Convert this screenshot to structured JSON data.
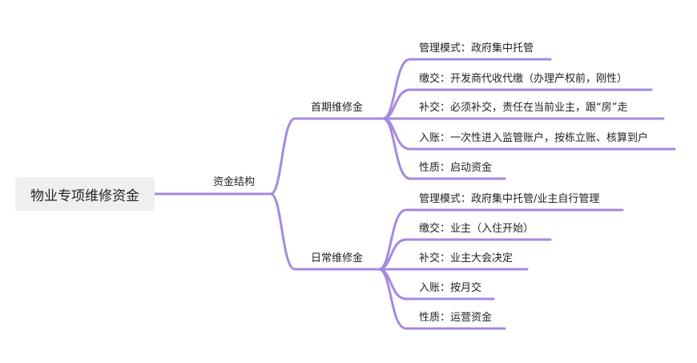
{
  "colors": {
    "branch": "#a58ade",
    "root_bg": "#eef0f0"
  },
  "root": "物业专项维修资金",
  "connector_label": "资金结构",
  "groups": [
    {
      "title": "首期维修金",
      "items": [
        "管理模式：政府集中托管",
        "缴交：开发商代收代缴（办理产权前，刚性）",
        "补交：必须补交，责任在当前业主，跟“房”走",
        "入账：一次性进入监管账户，按栋立账、核算到户",
        "性质：启动资金"
      ]
    },
    {
      "title": "日常维修金",
      "items": [
        "管理模式：政府集中托管/业主自行管理",
        "缴交：业主（入住开始）",
        "补交：业主大会决定",
        "入账：按月交",
        "性质：运营资金"
      ]
    }
  ]
}
